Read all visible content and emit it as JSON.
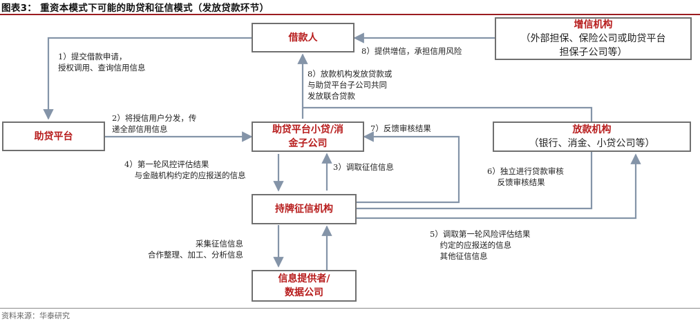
{
  "title": "图表3：  重资本模式下可能的助贷和征信模式（发放贷款环节）",
  "source": "资料来源：华泰研究",
  "nodes": {
    "borrower": "借款人",
    "credit_enhancer": {
      "name": "增信机构",
      "detail_1": "（外部担保、保险公司或助贷平台",
      "detail_2": "担保子公司等）"
    },
    "platform": "助贷平台",
    "platform_subsidiary": {
      "line_1": "助贷平台小贷/消",
      "line_2": "金子公司"
    },
    "lender": {
      "name": "放款机构",
      "detail": "（银行、消金、小贷公司等）"
    },
    "bureau": "持牌征信机构",
    "provider": {
      "line_1": "信息提供者/",
      "line_2": "数据公司"
    }
  },
  "labels": {
    "step1": "1）提交借款申请，\n授权调用、查询信用信息",
    "step2": "2）将授信用户分发，传\n递全部信用信息",
    "step3": "3）调取征信信息",
    "step4": "4）第一轮风控评估结果\n    与金融机构约定的应报送的信息",
    "step5": "5）调取第一轮风险评估结果\n    约定的应报送的信息\n    其他征信信息",
    "step6": "6）独立进行贷款审核\n    反馈审核结果",
    "step7": "7）反馈审核结果",
    "step8a": "8）提供增信，承担信用风险",
    "step8b": "8）放款机构发放贷款或\n与助贷平台子公司共同\n发放联合贷款",
    "collect": "采集征信信息\n合作整理、加工、分析信息"
  }
}
